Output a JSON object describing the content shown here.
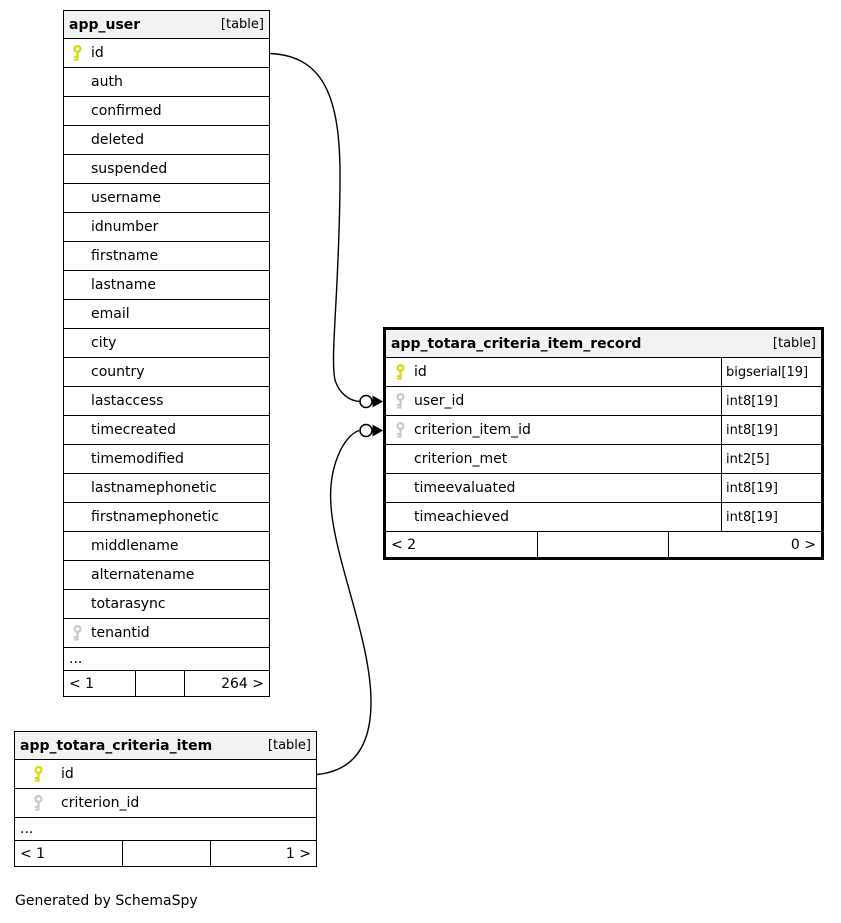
{
  "caption": "Generated by SchemaSpy",
  "colors": {
    "primary_key": "#d8d800",
    "foreign_key": "#c8c8c8",
    "header_bg": "#f2f2f2",
    "border": "#000000",
    "background": "#ffffff"
  },
  "icons": {
    "primary_key": "key-icon-yellow",
    "foreign_key": "key-icon-gray"
  },
  "relationships": [
    {
      "from": "app_user.id",
      "to": "app_totara_criteria_item_record.user_id"
    },
    {
      "from": "app_totara_criteria_item.id",
      "to": "app_totara_criteria_item_record.criterion_item_id"
    }
  ],
  "tables": [
    {
      "name": "app_user",
      "badge": "[table]",
      "columns": [
        {
          "name": "id",
          "key": "primary"
        },
        {
          "name": "auth"
        },
        {
          "name": "confirmed"
        },
        {
          "name": "deleted"
        },
        {
          "name": "suspended"
        },
        {
          "name": "username"
        },
        {
          "name": "idnumber"
        },
        {
          "name": "firstname"
        },
        {
          "name": "lastname"
        },
        {
          "name": "email"
        },
        {
          "name": "city"
        },
        {
          "name": "country"
        },
        {
          "name": "lastaccess"
        },
        {
          "name": "timecreated"
        },
        {
          "name": "timemodified"
        },
        {
          "name": "lastnamephonetic"
        },
        {
          "name": "firstnamephonetic"
        },
        {
          "name": "middlename"
        },
        {
          "name": "alternatename"
        },
        {
          "name": "totarasync"
        },
        {
          "name": "tenantid",
          "key": "foreign"
        }
      ],
      "ellipsis": "...",
      "footer": {
        "left": "< 1",
        "middle": "",
        "right": "264 >"
      }
    },
    {
      "name": "app_totara_criteria_item_record",
      "badge": "[table]",
      "columns": [
        {
          "name": "id",
          "key": "primary",
          "type": "bigserial[19]"
        },
        {
          "name": "user_id",
          "key": "foreign",
          "type": "int8[19]"
        },
        {
          "name": "criterion_item_id",
          "key": "foreign",
          "type": "int8[19]"
        },
        {
          "name": "criterion_met",
          "type": "int2[5]"
        },
        {
          "name": "timeevaluated",
          "type": "int8[19]"
        },
        {
          "name": "timeachieved",
          "type": "int8[19]"
        }
      ],
      "footer": {
        "left": "< 2",
        "middle": "",
        "right": "0 >"
      }
    },
    {
      "name": "app_totara_criteria_item",
      "badge": "[table]",
      "columns": [
        {
          "name": "id",
          "key": "primary"
        },
        {
          "name": "criterion_id",
          "key": "foreign"
        }
      ],
      "ellipsis": "...",
      "footer": {
        "left": "< 1",
        "middle": "",
        "right": "1 >"
      }
    }
  ]
}
